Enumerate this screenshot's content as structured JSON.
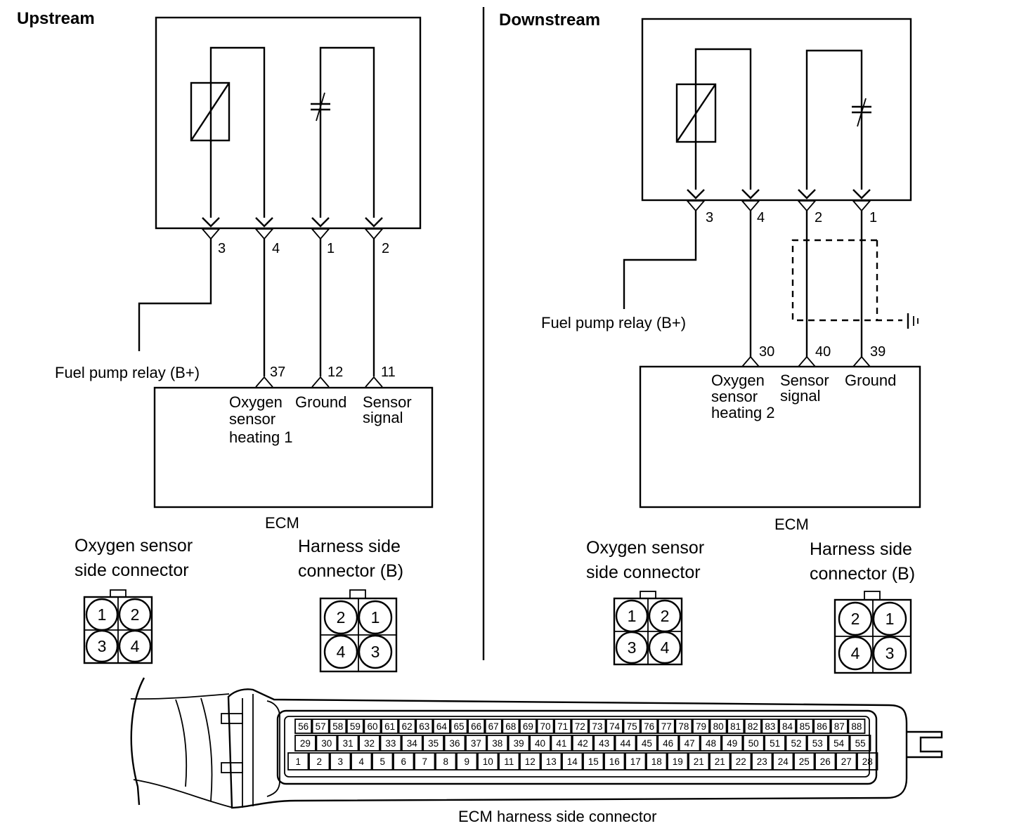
{
  "upstream": {
    "header": "Upstream",
    "sensor_pins": [
      "3",
      "4",
      "1",
      "2"
    ],
    "ecm_pins": [
      "37",
      "12",
      "11"
    ],
    "relay_label": "Fuel pump relay (B+)",
    "signals": [
      [
        "Oxygen",
        "sensor",
        "heating 1"
      ],
      [
        "Ground"
      ],
      [
        "Sensor",
        "signal"
      ]
    ],
    "ecm_label": "ECM",
    "sensor_connector_label": [
      "Oxygen sensor",
      "side connector"
    ],
    "sensor_connector_pins": [
      "1",
      "2",
      "3",
      "4"
    ],
    "harness_connector_label": [
      "Harness side",
      "connector (B)"
    ],
    "harness_connector_pins": [
      "2",
      "1",
      "4",
      "3"
    ]
  },
  "downstream": {
    "header": "Downstream",
    "sensor_pins": [
      "3",
      "4",
      "2",
      "1"
    ],
    "ecm_pins": [
      "30",
      "40",
      "39"
    ],
    "relay_label": "Fuel pump relay (B+)",
    "signals": [
      [
        "Oxygen",
        "sensor",
        "heating 2"
      ],
      [
        "Sensor",
        "signal"
      ],
      [
        "Ground"
      ]
    ],
    "ecm_label": "ECM",
    "sensor_connector_label": [
      "Oxygen sensor",
      "side connector"
    ],
    "sensor_connector_pins": [
      "1",
      "2",
      "3",
      "4"
    ],
    "harness_connector_label": [
      "Harness side",
      "connector (B)"
    ],
    "harness_connector_pins": [
      "2",
      "1",
      "4",
      "3"
    ]
  },
  "ecm_connector": {
    "caption": "ECM harness side connector",
    "row_top": [
      "56",
      "57",
      "58",
      "59",
      "60",
      "61",
      "62",
      "63",
      "64",
      "65",
      "66",
      "67",
      "68",
      "69",
      "70",
      "71",
      "72",
      "73",
      "74",
      "75",
      "76",
      "77",
      "78",
      "79",
      "80",
      "81",
      "82",
      "83",
      "84",
      "85",
      "86",
      "87",
      "88"
    ],
    "row_mid": [
      "29",
      "30",
      "31",
      "32",
      "33",
      "34",
      "35",
      "36",
      "37",
      "38",
      "39",
      "40",
      "41",
      "42",
      "43",
      "44",
      "45",
      "46",
      "47",
      "48",
      "49",
      "50",
      "51",
      "52",
      "53",
      "54",
      "55"
    ],
    "row_bot": [
      "1",
      "2",
      "3",
      "4",
      "5",
      "6",
      "7",
      "8",
      "9",
      "10",
      "11",
      "12",
      "13",
      "14",
      "15",
      "16",
      "17",
      "18",
      "19",
      "21",
      "21",
      "22",
      "23",
      "24",
      "25",
      "26",
      "27",
      "28"
    ]
  }
}
